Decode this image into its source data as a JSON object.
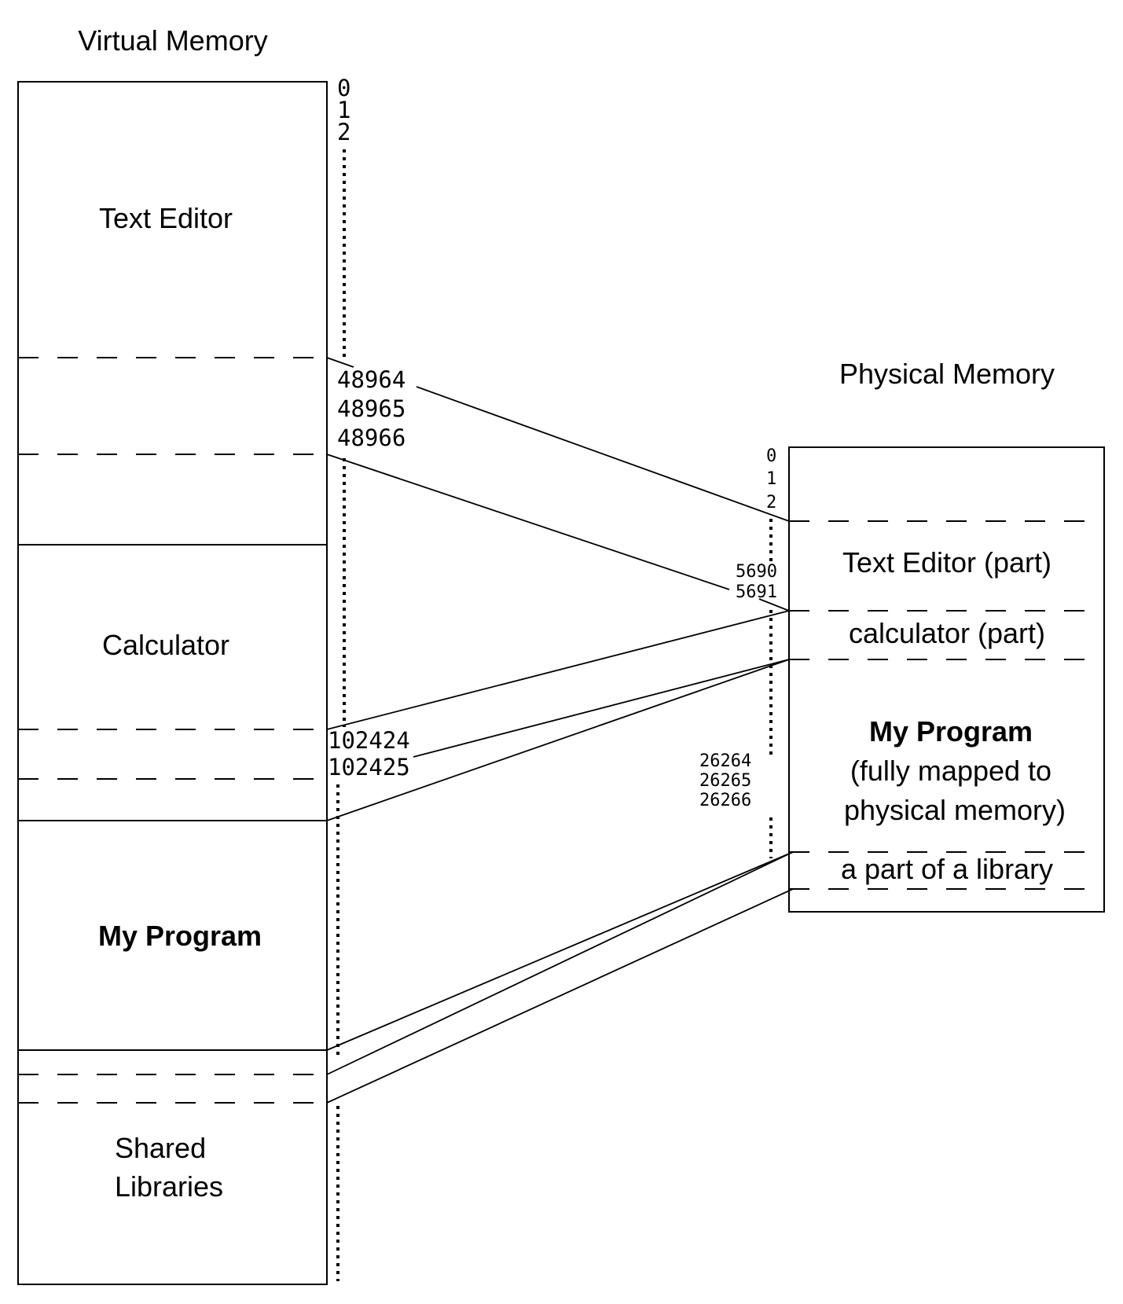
{
  "virtual_memory": {
    "title": "Virtual Memory",
    "address_start": [
      "0",
      "1",
      "2"
    ],
    "regions": {
      "text_editor": "Text Editor",
      "calculator": "Calculator",
      "my_program": "My Program",
      "shared_libraries_line1": "Shared",
      "shared_libraries_line2": "Libraries"
    },
    "addresses_text_editor": [
      "48964",
      "48965",
      "48966"
    ],
    "addresses_calculator": [
      "102424",
      "102425"
    ]
  },
  "physical_memory": {
    "title": "Physical Memory",
    "address_start": [
      "0",
      "1",
      "2"
    ],
    "regions": {
      "text_editor_part": "Text Editor (part)",
      "calculator_part": "calculator (part)",
      "my_program_title": "My Program",
      "my_program_note_line1": "(fully mapped to",
      "my_program_note_line2": "physical memory)",
      "library_part": "a part of a library"
    },
    "addresses_text_editor": [
      "5690",
      "5691"
    ],
    "addresses_my_program": [
      "26264",
      "26265",
      "26266"
    ]
  },
  "mappings": [
    {
      "from": "Text Editor page (virtual 48964)",
      "to": "Text Editor (part)"
    },
    {
      "from": "Text Editor page end",
      "to": "Text Editor (part) end"
    },
    {
      "from": "Calculator page (virtual 102424)",
      "to": "calculator (part)"
    },
    {
      "from": "Calculator page end",
      "to": "calculator (part) end"
    },
    {
      "from": "My Program start",
      "to": "My Program (physical)"
    },
    {
      "from": "My Program end",
      "to": "a part of a library"
    },
    {
      "from": "Shared Libraries page",
      "to": "a part of a library"
    },
    {
      "from": "Shared Libraries page end",
      "to": "a part of a library end"
    }
  ]
}
